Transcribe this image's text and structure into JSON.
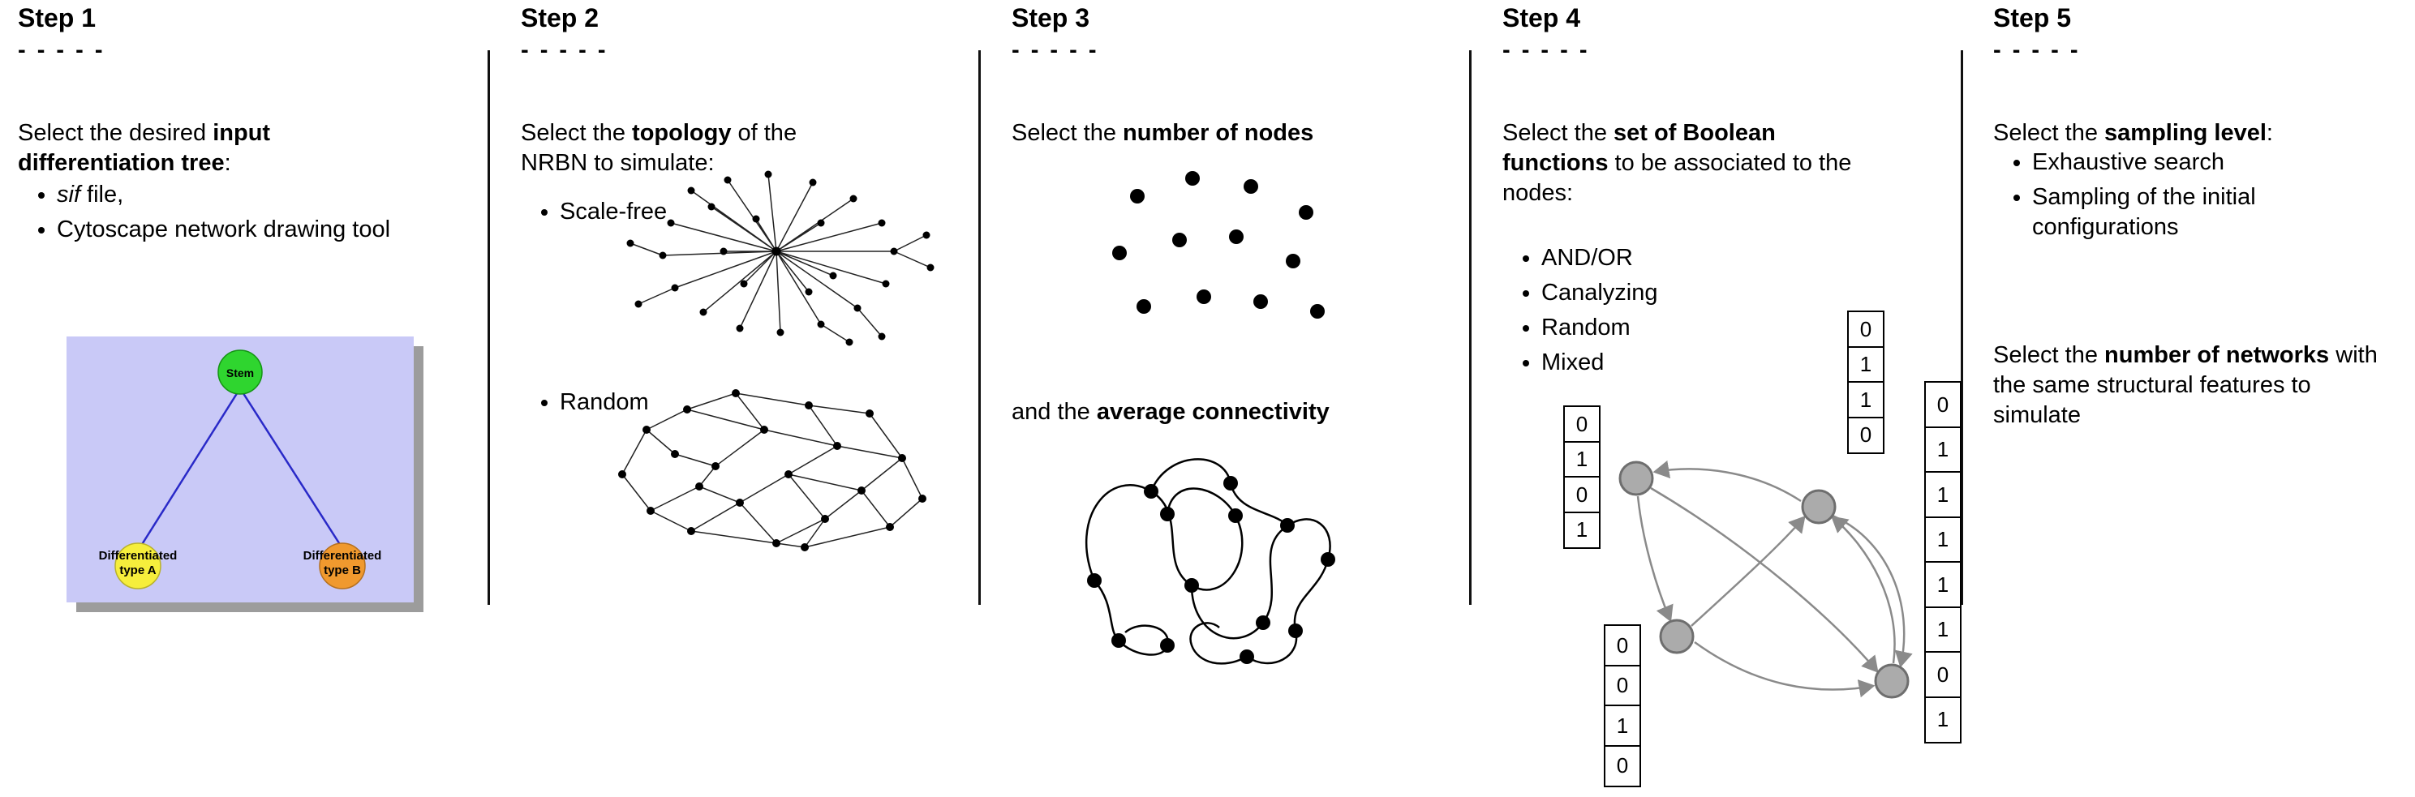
{
  "steps": [
    {
      "title": "Step 1",
      "dashes": "- - - - -",
      "intro": {
        "pre": "Select the desired ",
        "bold": "input differentiation tree",
        "post": ":"
      },
      "bullets": [
        {
          "italic": "sif",
          "rest": " file,"
        },
        {
          "text": "Cytoscape network drawing tool"
        }
      ],
      "tree": {
        "stem_label": "Stem",
        "left_label_line1": "Differentiated",
        "left_label_line2": "type A",
        "right_label_line1": "Differentiated",
        "right_label_line2": "type B",
        "colors": {
          "background": "#c9c9f7",
          "stem": "#2fd52f",
          "type_a": "#f6ee3c",
          "type_b": "#f0992e",
          "edge": "#2929c8"
        }
      }
    },
    {
      "title": "Step 2",
      "dashes": "- - - - -",
      "intro": {
        "pre": "Select the ",
        "bold": "topology",
        "post": " of the NRBN to simulate:"
      },
      "bullets": [
        {
          "text": "Scale-free"
        },
        {
          "text": "Random"
        }
      ]
    },
    {
      "title": "Step 3",
      "dashes": "- - - - -",
      "line1": {
        "pre": "Select the ",
        "bold": "number of nodes",
        "post": ""
      },
      "line2": {
        "pre": "and the ",
        "bold": "average connectivity",
        "post": ""
      }
    },
    {
      "title": "Step 4",
      "dashes": "- - - - -",
      "intro": {
        "pre": "Select the ",
        "bold": "set of Boolean functions",
        "post": " to be associated to the nodes:"
      },
      "bullets": [
        {
          "text": "AND/OR"
        },
        {
          "text": "Canalyzing"
        },
        {
          "text": "Random"
        },
        {
          "text": "Mixed"
        }
      ],
      "tables": {
        "left": [
          "0",
          "1",
          "0",
          "1"
        ],
        "top": [
          "0",
          "1",
          "1",
          "0"
        ],
        "bottom": [
          "0",
          "0",
          "1",
          "0"
        ],
        "right": [
          "0",
          "1",
          "1",
          "1",
          "1",
          "1",
          "0",
          "1"
        ]
      }
    },
    {
      "title": "Step 5",
      "dashes": "- - - - -",
      "intro": {
        "pre": "Select the ",
        "bold": "sampling level",
        "post": ":"
      },
      "bullets": [
        {
          "text": "Exhaustive search"
        },
        {
          "text": "Sampling of the initial configurations"
        }
      ],
      "paragraph2": {
        "pre": "Select the ",
        "bold": "number of networks",
        "post": " with the same structural features to simulate"
      }
    }
  ]
}
